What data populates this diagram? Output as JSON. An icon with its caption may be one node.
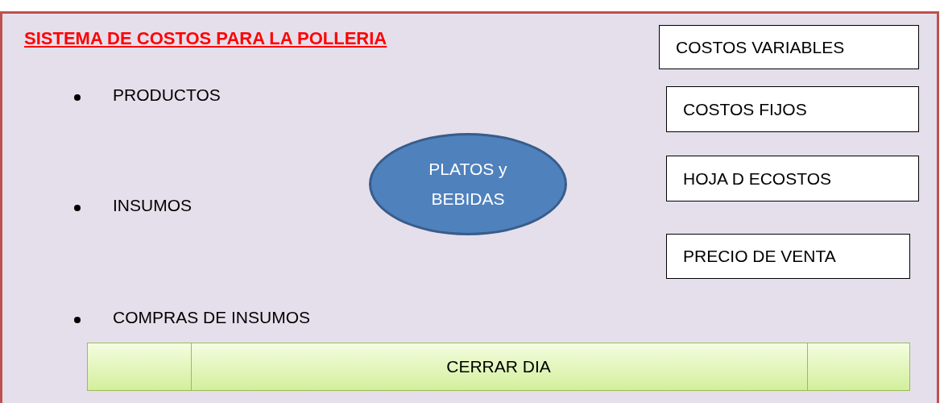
{
  "diagram": {
    "title": "SISTEMA DE COSTOS PARA LA POLLERIA",
    "nodes": [
      {
        "text": [
          "COSTOS VARIABLES"
        ]
      },
      {
        "text": [
          "COSTOS FIJOS"
        ]
      },
      {
        "text": [
          "PLATOS y BEBIDAS"
        ]
      },
      {
        "text": [
          "HOJA D ECOSTOS"
        ]
      },
      {
        "text": [
          "PRECIO DE VENTA"
        ]
      },
      {
        "text": [
          "CERRAR DIA"
        ]
      }
    ],
    "labels": [
      "PRODUCTOS",
      "INSUMOS",
      "COMPRAS DE INSUMOS"
    ]
  }
}
